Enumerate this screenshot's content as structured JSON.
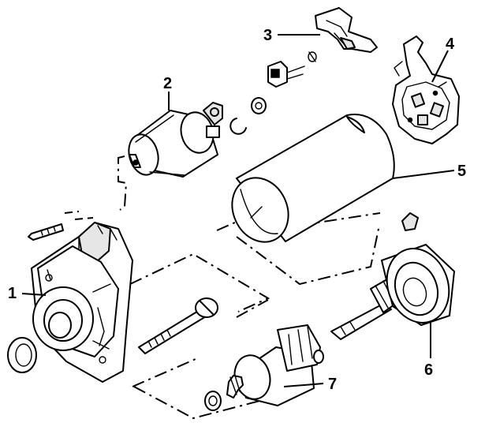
{
  "callouts": [
    {
      "id": "1",
      "text": "1"
    },
    {
      "id": "2",
      "text": "2"
    },
    {
      "id": "3",
      "text": "3"
    },
    {
      "id": "4",
      "text": "4"
    },
    {
      "id": "5",
      "text": "5"
    },
    {
      "id": "6",
      "text": "6"
    },
    {
      "id": "7",
      "text": "7"
    }
  ],
  "colors": {
    "line": "#000000",
    "background": "#ffffff"
  }
}
